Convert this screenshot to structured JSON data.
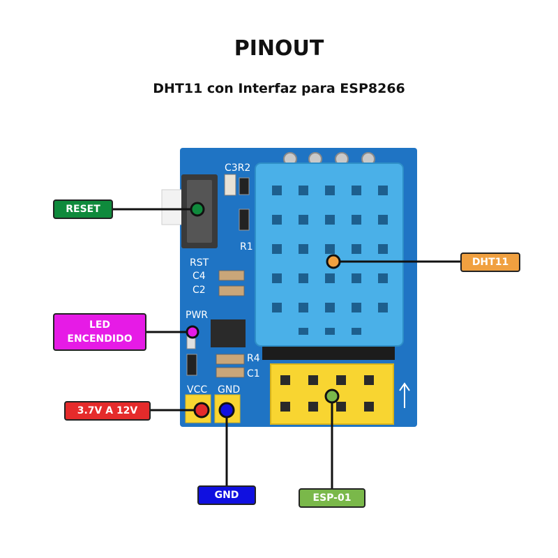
{
  "header": {
    "title": "PINOUT",
    "subtitle": "DHT11 con Interfaz para ESP8266"
  },
  "board": {
    "silkscreen": {
      "c3r2": "C3R2",
      "r1": "R1",
      "rst": "RST",
      "c4": "C4",
      "c2": "C2",
      "pwr": "PWR",
      "r4": "R4",
      "c1": "C1",
      "vcc": "VCC",
      "gnd": "GND"
    }
  },
  "callouts": {
    "reset": {
      "label": "RESET",
      "color": "#0f8a3c"
    },
    "dht11": {
      "label": "DHT11",
      "color": "#f0a040"
    },
    "led": {
      "line1": "LED",
      "line2": "ENCENDIDO",
      "color": "#e61be6"
    },
    "power": {
      "label": "3.7V A 12V",
      "color": "#e52b2b"
    },
    "gnd": {
      "label": "GND",
      "color": "#1010e0"
    },
    "esp01": {
      "label": "ESP-01",
      "color": "#7ab84a"
    }
  },
  "colors": {
    "pcb": "#1f74c4",
    "sensor": "#4ab0e8",
    "header": "#f8d531"
  }
}
